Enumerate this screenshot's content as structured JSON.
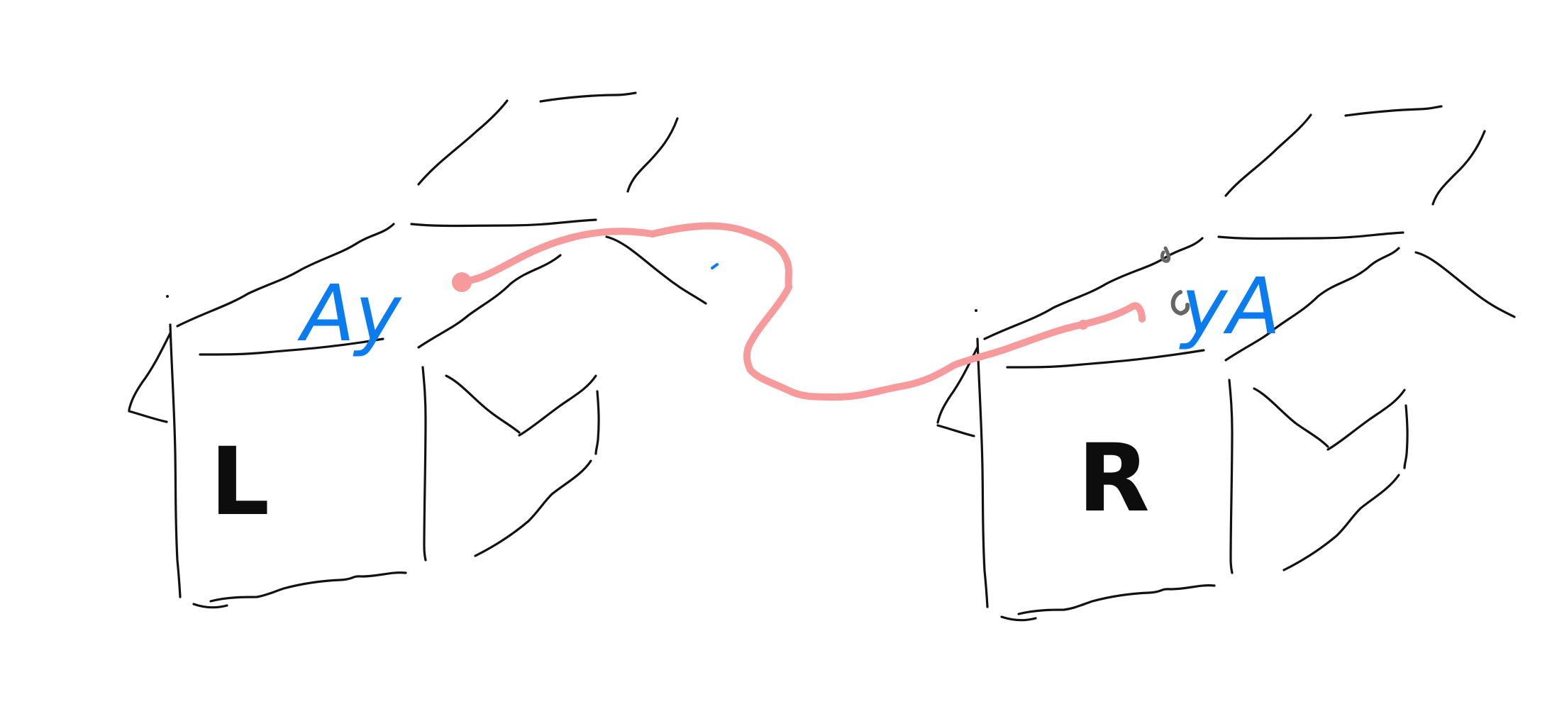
{
  "boxes": {
    "left": {
      "face_label": "L",
      "handwritten_label": "Ay"
    },
    "right": {
      "face_label": "R",
      "handwritten_label": "yA"
    }
  },
  "colors": {
    "ink": "#111111",
    "label_blue": "#0a7cf0",
    "string_pink": "#f79a9b",
    "pencil_gray": "#666666",
    "background": "#ffffff"
  }
}
